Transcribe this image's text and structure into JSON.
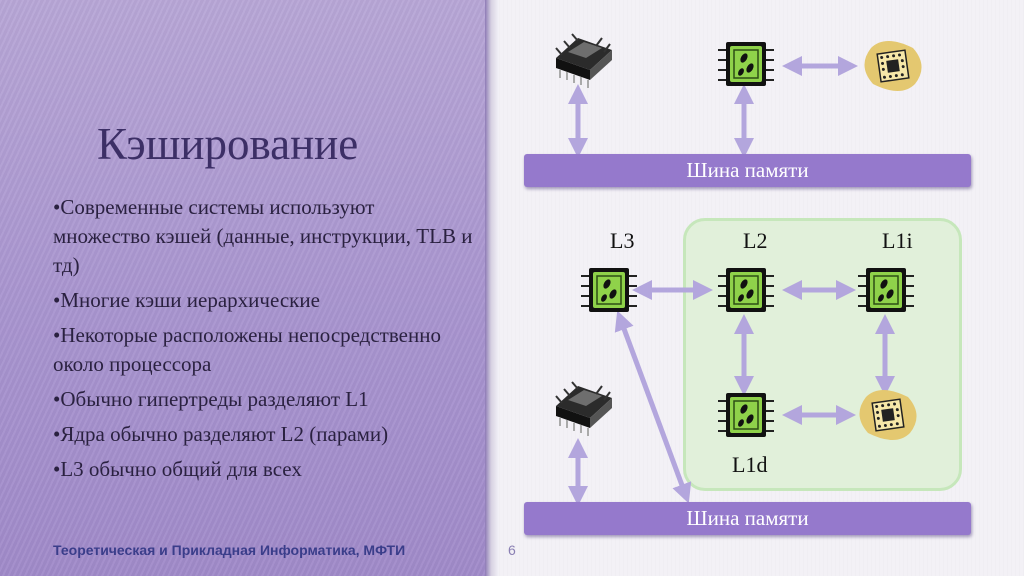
{
  "slide": {
    "title": "Кэширование",
    "bullets": [
      "Современные системы используют множество кэшей (данные, инструкции, TLB и тд)",
      "Многие кэши иерархические",
      "Некоторые расположены непосредственно около процессора",
      "Обычно гипертреды разделяют L1",
      "Ядра обычно разделяют L2 (парами)",
      "L3 обычно общий для всех"
    ],
    "footer": "Теоретическая и Прикладная Информатика, МФТИ",
    "page_number": "6"
  },
  "diagram": {
    "bus_top_label": "Шина памяти",
    "bus_bottom_label": "Шина памяти",
    "labels": {
      "l3": "L3",
      "l2": "L2",
      "l1i": "L1i",
      "l1d": "L1d"
    },
    "icons": [
      "memory-chip-icon",
      "cache-chip-icon",
      "cpu-core-icon",
      "double-arrow-icon"
    ],
    "colors": {
      "bus": "#9579cc",
      "arrow": "#b3a6dd",
      "group_fill": "#e1f0da",
      "group_border": "#c6e7bb",
      "chip_green": "#8fd24a"
    }
  }
}
